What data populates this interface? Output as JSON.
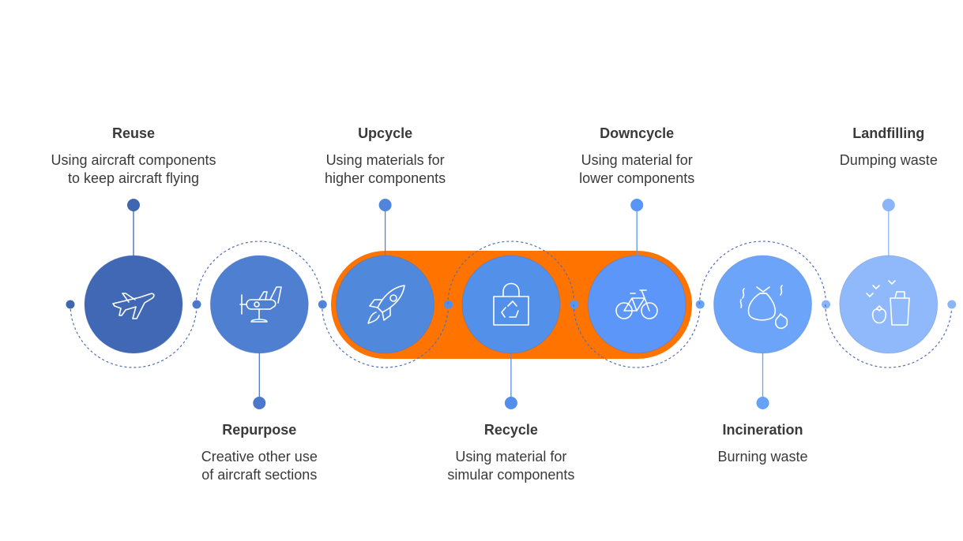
{
  "colors": {
    "highlight": "#ff7300",
    "connector": "#5a7fc4",
    "dot_line": "#4f6fb8"
  },
  "stages": [
    {
      "name": "Reuse",
      "desc": "Using aircraft components\nto keep aircraft flying",
      "icon": "airplane-icon",
      "color": "#4068b4",
      "dot": "#3f66b0",
      "position": "top"
    },
    {
      "name": "Repurpose",
      "desc": "Creative other use\nof aircraft sections",
      "icon": "propeller-plane-ride-icon",
      "color": "#4f7fd0",
      "dot": "#4b78cc",
      "position": "bottom"
    },
    {
      "name": "Upcycle",
      "desc": "Using materials for\nhigher components",
      "icon": "rocket-icon",
      "color": "#5088dc",
      "dot": "#4f86dc",
      "position": "top"
    },
    {
      "name": "Recycle",
      "desc": "Using material for\nsimular components",
      "icon": "recycle-bag-icon",
      "color": "#5390ea",
      "dot": "#538eea",
      "position": "bottom"
    },
    {
      "name": "Downcycle",
      "desc": "Using material for\nlower components",
      "icon": "bicycle-icon",
      "color": "#5b96f8",
      "dot": "#5896f6",
      "position": "top"
    },
    {
      "name": "Incineration",
      "desc": "Burning waste",
      "icon": "burning-trash-icon",
      "color": "#6ba4f8",
      "dot": "#66a2f6",
      "position": "bottom"
    },
    {
      "name": "Landfilling",
      "desc": "Dumping waste",
      "icon": "waste-bin-icon",
      "color": "#8fb9fb",
      "dot": "#8ab6f9",
      "position": "top"
    }
  ]
}
